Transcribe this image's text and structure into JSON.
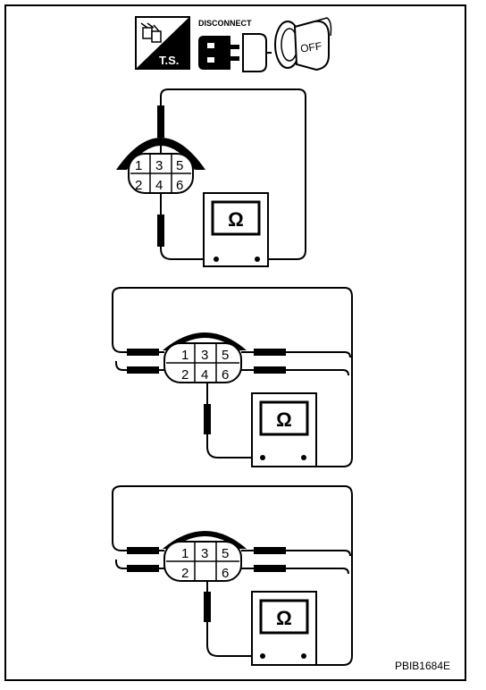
{
  "header_icons": {
    "ts_label": "T.S.",
    "disconnect_label": "DISCONNECT",
    "key_label": "OFF"
  },
  "meter_symbol": "Ω",
  "connector": {
    "full_pins": [
      "1",
      "3",
      "5",
      "2",
      "4",
      "6"
    ],
    "partial_pins": [
      "1",
      "3",
      "5",
      "2",
      "6"
    ]
  },
  "figure_code": "PBIB1684E",
  "colors": {
    "ink": "#000000",
    "paper": "#ffffff"
  }
}
